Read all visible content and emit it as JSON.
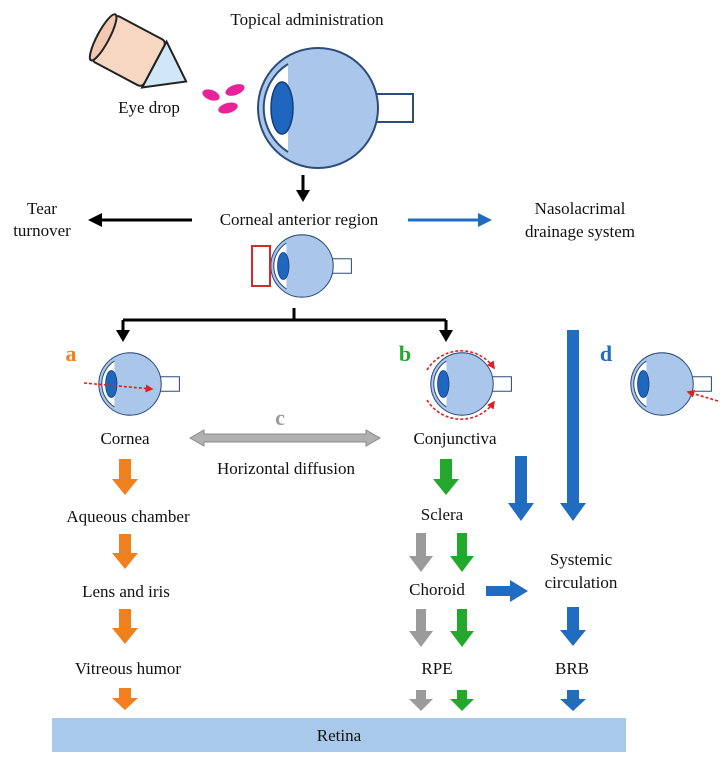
{
  "labels": {
    "topical": "Topical administration",
    "eye_drop": "Eye drop",
    "tear_1": "Tear",
    "tear_2": "turnover",
    "corneal_region": "Corneal anterior region",
    "naso_1": "Nasolacrimal",
    "naso_2": "drainage system",
    "cornea": "Cornea",
    "horizontal": "Horizontal diffusion",
    "conjunctiva": "Conjunctiva",
    "aqueous": "Aqueous chamber",
    "lens": "Lens and iris",
    "vitreous": "Vitreous humor",
    "sclera": "Sclera",
    "choroid": "Choroid",
    "rpe": "RPE",
    "systemic_1": "Systemic",
    "systemic_2": "circulation",
    "brb": "BRB",
    "retina": "Retina"
  },
  "route_letters": {
    "a": "a",
    "b": "b",
    "c": "c",
    "d": "d"
  },
  "colors": {
    "eye_fill": "#aac6ea",
    "eye_stroke": "#2c4d7a",
    "iris": "#1f66bf",
    "orange": "#f07f1e",
    "green": "#22a82c",
    "gray": "#9b9b9b",
    "blue": "#1f6cc0",
    "retina_bar": "#a9c9ea",
    "drop": "#e8239a",
    "dotted_red": "#e02020"
  }
}
